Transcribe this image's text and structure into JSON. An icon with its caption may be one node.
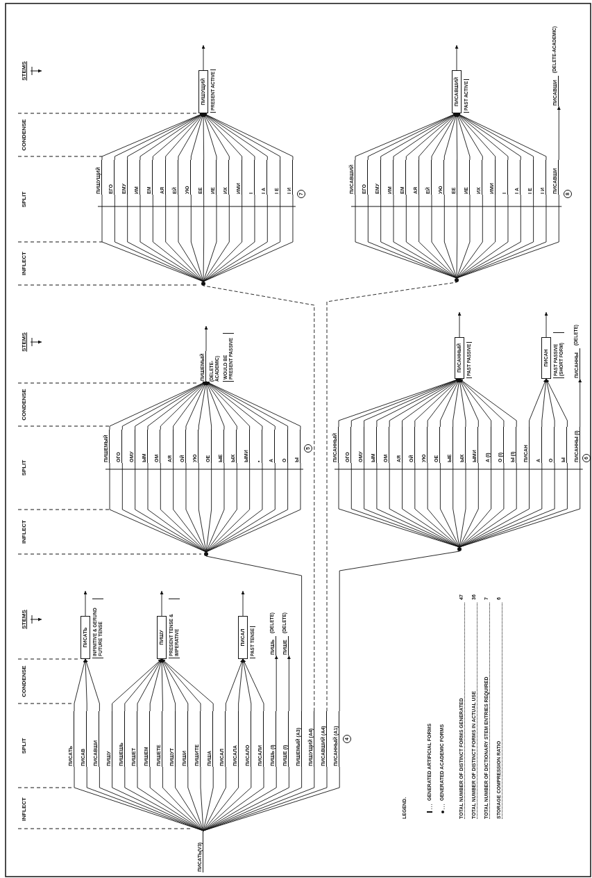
{
  "diagram": {
    "nodes": [
      {
        "text": [
          "ПИСАТЬ(V3)"
        ]
      },
      {
        "text": [
          "ПИСАТЬ"
        ]
      },
      {
        "text": [
          "ПИСАВ"
        ]
      },
      {
        "text": [
          "ПИСАВШИ"
        ]
      },
      {
        "text": [
          "ПИШУ"
        ]
      },
      {
        "text": [
          "ПИШЕШЬ"
        ]
      },
      {
        "text": [
          "ПИШЕТ"
        ]
      },
      {
        "text": [
          "ПИШЕМ"
        ]
      },
      {
        "text": [
          "ПИШЕТЕ"
        ]
      },
      {
        "text": [
          "ПИШУТ"
        ]
      },
      {
        "text": [
          "ПИШИ"
        ]
      },
      {
        "text": [
          "ПИШИТЕ"
        ]
      },
      {
        "text": [
          "ПИША"
        ]
      },
      {
        "text": [
          "ПИСАЛ"
        ]
      },
      {
        "text": [
          "ПИСАЛА"
        ]
      },
      {
        "text": [
          "ПИСАЛО"
        ]
      },
      {
        "text": [
          "ПИСАЛИ"
        ]
      },
      {
        "text": [
          "ПИШЬ (I)"
        ]
      },
      {
        "text": [
          "ПИШЕ (I)"
        ]
      },
      {
        "text": [
          "ПИШЕМЫЙ (A3)"
        ]
      },
      {
        "text": [
          "ПИШУЩИЙ (A4)"
        ]
      },
      {
        "text": [
          "ПИСАВШИЙ (A4)"
        ]
      },
      {
        "text": [
          "ПИСАННЫЙ (A1)"
        ]
      },
      {
        "text": [
          "ПИСАТЬ"
        ],
        "beside": [
          "INFINITIVE & GERUND FUTURE TENSE"
        ]
      },
      {
        "text": [
          "ПИШУ"
        ],
        "beside": [
          "PRESENT TENSE & IMPERATIVE"
        ]
      },
      {
        "text": [
          "ПИСАЛ"
        ],
        "beside": [
          "PAST TENSE"
        ]
      },
      {
        "text": [
          "ПИШЬ"
        ],
        "beside": [
          "(DELETE)"
        ]
      },
      {
        "text": [
          "ПИШЕ"
        ],
        "beside": [
          "(DELETE)"
        ]
      },
      {
        "text": [],
        "shape": "dot"
      },
      {
        "text": [
          "ПИШЕМЫЙ"
        ]
      },
      {
        "text": [
          "ОГО"
        ]
      },
      {
        "text": [
          "ОМУ"
        ]
      },
      {
        "text": [
          "ЫМ"
        ]
      },
      {
        "text": [
          "ОМ"
        ]
      },
      {
        "text": [
          "АЯ"
        ]
      },
      {
        "text": [
          "ОЙ"
        ]
      },
      {
        "text": [
          "УЮ"
        ]
      },
      {
        "text": [
          "ОЕ"
        ]
      },
      {
        "text": [
          "ЫЕ"
        ]
      },
      {
        "text": [
          "ЫХ"
        ]
      },
      {
        "text": [
          "ЫМИ"
        ]
      },
      {
        "text": [
          "•"
        ]
      },
      {
        "text": [
          "А"
        ]
      },
      {
        "text": [
          "О"
        ]
      },
      {
        "text": [
          "Ы"
        ]
      },
      {
        "text": [
          "ПИШЕМЫЙ"
        ],
        "beside": [
          "(DELETE-ACADEMIC)",
          "WOULD BE PRESENT PASSIVE"
        ]
      },
      {
        "text": [],
        "shape": "dot"
      },
      {
        "text": [
          "ПИСАННЫЙ"
        ]
      },
      {
        "text": [
          "ОГО"
        ]
      },
      {
        "text": [
          "ОМУ"
        ]
      },
      {
        "text": [
          "ЫМ"
        ]
      },
      {
        "text": [
          "ОМ"
        ]
      },
      {
        "text": [
          "АЯ"
        ]
      },
      {
        "text": [
          "ОЙ"
        ]
      },
      {
        "text": [
          "УЮ"
        ]
      },
      {
        "text": [
          "ОЕ"
        ]
      },
      {
        "text": [
          "ЫЕ"
        ]
      },
      {
        "text": [
          "ЫХ"
        ]
      },
      {
        "text": [
          "ЫМИ"
        ]
      },
      {
        "text": [
          "А (I)"
        ]
      },
      {
        "text": [
          "О (I)"
        ]
      },
      {
        "text": [
          "Ы (I)"
        ]
      },
      {
        "text": [
          "ПИСАН"
        ]
      },
      {
        "text": [
          "А"
        ]
      },
      {
        "text": [
          "О"
        ]
      },
      {
        "text": [
          "Ы"
        ]
      },
      {
        "text": [
          "ПИСАННЫ (I)"
        ]
      },
      {
        "text": [
          "ПИСАННЫЙ"
        ],
        "beside": [
          "PAST PASSIVE"
        ]
      },
      {
        "text": [
          "ПИСАН"
        ],
        "beside": [
          "PAST PASSIVE (SHORT FORM)"
        ]
      },
      {
        "text": [
          "ПИСАННЫ"
        ],
        "beside": [
          "(DELETE)"
        ]
      },
      {
        "text": [],
        "shape": "dot"
      },
      {
        "text": [
          "ПИШУЩИЙ"
        ]
      },
      {
        "text": [
          "ЕГО"
        ]
      },
      {
        "text": [
          "ЕМУ"
        ]
      },
      {
        "text": [
          "ИМ"
        ]
      },
      {
        "text": [
          "ЕМ"
        ]
      },
      {
        "text": [
          "АЯ"
        ]
      },
      {
        "text": [
          "ЕЙ"
        ]
      },
      {
        "text": [
          "УЮ"
        ]
      },
      {
        "text": [
          "ЕЕ"
        ]
      },
      {
        "text": [
          "ИЕ"
        ]
      },
      {
        "text": [
          "ИХ"
        ]
      },
      {
        "text": [
          "ИМИ"
        ]
      },
      {
        "text": [
          "I"
        ]
      },
      {
        "text": [
          "I А"
        ]
      },
      {
        "text": [
          "I Е"
        ]
      },
      {
        "text": [
          "I И"
        ]
      },
      {
        "text": [
          "ПИШУЩИЙ"
        ],
        "beside": [
          "PRESENT ACTIVE"
        ]
      },
      {
        "text": [],
        "shape": "dot"
      },
      {
        "text": [
          "ПИСАВШИЙ"
        ]
      },
      {
        "text": [
          "ЕГО"
        ]
      },
      {
        "text": [
          "ЕМУ"
        ]
      },
      {
        "text": [
          "ИМ"
        ]
      },
      {
        "text": [
          "ЕМ"
        ]
      },
      {
        "text": [
          "АЯ"
        ]
      },
      {
        "text": [
          "ЕЙ"
        ]
      },
      {
        "text": [
          "УЮ"
        ]
      },
      {
        "text": [
          "ЕЕ"
        ]
      },
      {
        "text": [
          "ИЕ"
        ]
      },
      {
        "text": [
          "ИХ"
        ]
      },
      {
        "text": [
          "ИМИ"
        ]
      },
      {
        "text": [
          "I"
        ]
      },
      {
        "text": [
          "I А"
        ]
      },
      {
        "text": [
          "I Е"
        ]
      },
      {
        "text": [
          "I И"
        ]
      },
      {
        "text": [
          "ПИСАВШИ"
        ]
      },
      {
        "text": [
          "ПИСАВШИЙ"
        ],
        "beside": [
          "PAST ACTIVE"
        ]
      },
      {
        "text": [
          "ПИСАВШИ"
        ],
        "beside": [
          "(DELETE-ACADEMIC)"
        ]
      }
    ],
    "edges": [
      {
        "from": 0,
        "to": 1,
        "arrow": "none"
      },
      {
        "from": 0,
        "to": 2,
        "arrow": "none"
      },
      {
        "from": 0,
        "to": 3,
        "arrow": "none"
      },
      {
        "from": 0,
        "to": 4,
        "arrow": "none"
      },
      {
        "from": 0,
        "to": 5,
        "arrow": "none"
      },
      {
        "from": 0,
        "to": 6,
        "arrow": "none"
      },
      {
        "from": 0,
        "to": 7,
        "arrow": "none"
      },
      {
        "from": 0,
        "to": 8,
        "arrow": "none"
      },
      {
        "from": 0,
        "to": 9,
        "arrow": "none"
      },
      {
        "from": 0,
        "to": 10,
        "arrow": "none"
      },
      {
        "from": 0,
        "to": 11,
        "arrow": "none"
      },
      {
        "from": 0,
        "to": 12,
        "arrow": "none"
      },
      {
        "from": 0,
        "to": 13,
        "arrow": "none"
      },
      {
        "from": 0,
        "to": 14,
        "arrow": "none"
      },
      {
        "from": 0,
        "to": 15,
        "arrow": "none"
      },
      {
        "from": 0,
        "to": 16,
        "arrow": "none"
      },
      {
        "from": 0,
        "to": 17,
        "arrow": "none"
      },
      {
        "from": 0,
        "to": 18,
        "arrow": "none"
      },
      {
        "from": 0,
        "to": 19,
        "arrow": "none"
      },
      {
        "from": 0,
        "to": 20,
        "arrow": "none"
      },
      {
        "from": 0,
        "to": 21,
        "arrow": "none"
      },
      {
        "from": 0,
        "to": 22,
        "arrow": "none"
      },
      {
        "from": 1,
        "to": 23,
        "arrow": "to"
      },
      {
        "from": 2,
        "to": 23,
        "arrow": "to"
      },
      {
        "from": 3,
        "to": 23,
        "arrow": "to"
      },
      {
        "from": 4,
        "to": 24,
        "arrow": "to"
      },
      {
        "from": 5,
        "to": 24,
        "arrow": "to"
      },
      {
        "from": 6,
        "to": 24,
        "arrow": "to"
      },
      {
        "from": 7,
        "to": 24,
        "arrow": "to"
      },
      {
        "from": 8,
        "to": 24,
        "arrow": "to"
      },
      {
        "from": 9,
        "to": 24,
        "arrow": "to"
      },
      {
        "from": 10,
        "to": 24,
        "arrow": "to"
      },
      {
        "from": 11,
        "to": 24,
        "arrow": "to"
      },
      {
        "from": 12,
        "to": 24,
        "arrow": "to"
      },
      {
        "from": 13,
        "to": 25,
        "arrow": "to"
      },
      {
        "from": 14,
        "to": 25,
        "arrow": "to"
      },
      {
        "from": 15,
        "to": 25,
        "arrow": "to"
      },
      {
        "from": 16,
        "to": 25,
        "arrow": "to"
      },
      {
        "from": 17,
        "to": 26,
        "arrow": "to"
      },
      {
        "from": 18,
        "to": 27,
        "arrow": "to"
      },
      {
        "from": 19,
        "to": 28,
        "arrow": "none"
      },
      {
        "from": 20,
        "to": 70,
        "arrow": "none",
        "style": "dashed"
      },
      {
        "from": 21,
        "to": 88,
        "arrow": "none",
        "style": "dashed"
      },
      {
        "from": 22,
        "to": 46,
        "arrow": "none"
      },
      {
        "from": 23,
        "to": null,
        "arrow": "to"
      },
      {
        "from": 24,
        "to": null,
        "arrow": "to"
      },
      {
        "from": 25,
        "to": null,
        "arrow": "to"
      },
      {
        "from": 28,
        "to": 29,
        "arrow": "none"
      },
      {
        "from": 28,
        "to": 30,
        "arrow": "none"
      },
      {
        "from": 28,
        "to": 31,
        "arrow": "none"
      },
      {
        "from": 28,
        "to": 32,
        "arrow": "none"
      },
      {
        "from": 28,
        "to": 33,
        "arrow": "none"
      },
      {
        "from": 28,
        "to": 34,
        "arrow": "none"
      },
      {
        "from": 28,
        "to": 35,
        "arrow": "none"
      },
      {
        "from": 28,
        "to": 36,
        "arrow": "none"
      },
      {
        "from": 28,
        "to": 37,
        "arrow": "none"
      },
      {
        "from": 28,
        "to": 38,
        "arrow": "none"
      },
      {
        "from": 28,
        "to": 39,
        "arrow": "none"
      },
      {
        "from": 28,
        "to": 40,
        "arrow": "none"
      },
      {
        "from": 28,
        "to": 41,
        "arrow": "none"
      },
      {
        "from": 28,
        "to": 42,
        "arrow": "none"
      },
      {
        "from": 28,
        "to": 43,
        "arrow": "none"
      },
      {
        "from": 28,
        "to": 44,
        "arrow": "none"
      },
      {
        "from": 29,
        "to": 45,
        "arrow": "to"
      },
      {
        "from": 30,
        "to": 45,
        "arrow": "to"
      },
      {
        "from": 31,
        "to": 45,
        "arrow": "to"
      },
      {
        "from": 32,
        "to": 45,
        "arrow": "to"
      },
      {
        "from": 33,
        "to": 45,
        "arrow": "to"
      },
      {
        "from": 34,
        "to": 45,
        "arrow": "to"
      },
      {
        "from": 35,
        "to": 45,
        "arrow": "to"
      },
      {
        "from": 36,
        "to": 45,
        "arrow": "to"
      },
      {
        "from": 37,
        "to": 45,
        "arrow": "to"
      },
      {
        "from": 38,
        "to": 45,
        "arrow": "to"
      },
      {
        "from": 39,
        "to": 45,
        "arrow": "to"
      },
      {
        "from": 40,
        "to": 45,
        "arrow": "to"
      },
      {
        "from": 41,
        "to": 45,
        "arrow": "to"
      },
      {
        "from": 42,
        "to": 45,
        "arrow": "to"
      },
      {
        "from": 43,
        "to": 45,
        "arrow": "to"
      },
      {
        "from": 44,
        "to": 45,
        "arrow": "to"
      },
      {
        "from": 45,
        "to": null,
        "arrow": "to"
      },
      {
        "from": 46,
        "to": 47,
        "arrow": "none"
      },
      {
        "from": 46,
        "to": 48,
        "arrow": "none"
      },
      {
        "from": 46,
        "to": 49,
        "arrow": "none"
      },
      {
        "from": 46,
        "to": 50,
        "arrow": "none"
      },
      {
        "from": 46,
        "to": 51,
        "arrow": "none"
      },
      {
        "from": 46,
        "to": 52,
        "arrow": "none"
      },
      {
        "from": 46,
        "to": 53,
        "arrow": "none"
      },
      {
        "from": 46,
        "to": 54,
        "arrow": "none"
      },
      {
        "from": 46,
        "to": 55,
        "arrow": "none"
      },
      {
        "from": 46,
        "to": 56,
        "arrow": "none"
      },
      {
        "from": 46,
        "to": 57,
        "arrow": "none"
      },
      {
        "from": 46,
        "to": 58,
        "arrow": "none"
      },
      {
        "from": 46,
        "to": 59,
        "arrow": "none"
      },
      {
        "from": 46,
        "to": 60,
        "arrow": "none"
      },
      {
        "from": 46,
        "to": 61,
        "arrow": "none"
      },
      {
        "from": 46,
        "to": 62,
        "arrow": "none"
      },
      {
        "from": 46,
        "to": 63,
        "arrow": "none"
      },
      {
        "from": 46,
        "to": 64,
        "arrow": "none"
      },
      {
        "from": 46,
        "to": 65,
        "arrow": "none"
      },
      {
        "from": 46,
        "to": 66,
        "arrow": "none"
      },
      {
        "from": 47,
        "to": 67,
        "arrow": "to"
      },
      {
        "from": 48,
        "to": 67,
        "arrow": "to"
      },
      {
        "from": 49,
        "to": 67,
        "arrow": "to"
      },
      {
        "from": 50,
        "to": 67,
        "arrow": "to"
      },
      {
        "from": 51,
        "to": 67,
        "arrow": "to"
      },
      {
        "from": 52,
        "to": 67,
        "arrow": "to"
      },
      {
        "from": 53,
        "to": 67,
        "arrow": "to"
      },
      {
        "from": 54,
        "to": 67,
        "arrow": "to"
      },
      {
        "from": 55,
        "to": 67,
        "arrow": "to"
      },
      {
        "from": 56,
        "to": 67,
        "arrow": "to"
      },
      {
        "from": 57,
        "to": 67,
        "arrow": "to"
      },
      {
        "from": 58,
        "to": 67,
        "arrow": "to"
      },
      {
        "from": 59,
        "to": 67,
        "arrow": "to"
      },
      {
        "from": 60,
        "to": 67,
        "arrow": "to"
      },
      {
        "from": 61,
        "to": 67,
        "arrow": "to"
      },
      {
        "from": 62,
        "to": 68,
        "arrow": "to"
      },
      {
        "from": 63,
        "to": 68,
        "arrow": "to"
      },
      {
        "from": 64,
        "to": 68,
        "arrow": "to"
      },
      {
        "from": 65,
        "to": 68,
        "arrow": "to"
      },
      {
        "from": 66,
        "to": 69,
        "arrow": "to"
      },
      {
        "from": 67,
        "to": null,
        "arrow": "to"
      },
      {
        "from": 68,
        "to": null,
        "arrow": "to"
      },
      {
        "from": 70,
        "to": 71,
        "arrow": "none"
      },
      {
        "from": 70,
        "to": 72,
        "arrow": "none"
      },
      {
        "from": 70,
        "to": 73,
        "arrow": "none"
      },
      {
        "from": 70,
        "to": 74,
        "arrow": "none"
      },
      {
        "from": 70,
        "to": 75,
        "arrow": "none"
      },
      {
        "from": 70,
        "to": 76,
        "arrow": "none"
      },
      {
        "from": 70,
        "to": 77,
        "arrow": "none"
      },
      {
        "from": 70,
        "to": 78,
        "arrow": "none"
      },
      {
        "from": 70,
        "to": 79,
        "arrow": "none"
      },
      {
        "from": 70,
        "to": 80,
        "arrow": "none"
      },
      {
        "from": 70,
        "to": 81,
        "arrow": "none"
      },
      {
        "from": 70,
        "to": 82,
        "arrow": "none"
      },
      {
        "from": 70,
        "to": 83,
        "arrow": "none"
      },
      {
        "from": 70,
        "to": 84,
        "arrow": "none"
      },
      {
        "from": 70,
        "to": 85,
        "arrow": "none"
      },
      {
        "from": 70,
        "to": 86,
        "arrow": "none"
      },
      {
        "from": 71,
        "to": 87,
        "arrow": "to"
      },
      {
        "from": 72,
        "to": 87,
        "arrow": "to"
      },
      {
        "from": 73,
        "to": 87,
        "arrow": "to"
      },
      {
        "from": 74,
        "to": 87,
        "arrow": "to"
      },
      {
        "from": 75,
        "to": 87,
        "arrow": "to"
      },
      {
        "from": 76,
        "to": 87,
        "arrow": "to"
      },
      {
        "from": 77,
        "to": 87,
        "arrow": "to"
      },
      {
        "from": 78,
        "to": 87,
        "arrow": "to"
      },
      {
        "from": 79,
        "to": 87,
        "arrow": "to"
      },
      {
        "from": 80,
        "to": 87,
        "arrow": "to"
      },
      {
        "from": 81,
        "to": 87,
        "arrow": "to"
      },
      {
        "from": 82,
        "to": 87,
        "arrow": "to"
      },
      {
        "from": 83,
        "to": 87,
        "arrow": "to"
      },
      {
        "from": 84,
        "to": 87,
        "arrow": "to"
      },
      {
        "from": 85,
        "to": 87,
        "arrow": "to"
      },
      {
        "from": 86,
        "to": 87,
        "arrow": "to"
      },
      {
        "from": 87,
        "to": null,
        "arrow": "to"
      },
      {
        "from": 88,
        "to": 89,
        "arrow": "none"
      },
      {
        "from": 88,
        "to": 90,
        "arrow": "none"
      },
      {
        "from": 88,
        "to": 91,
        "arrow": "none"
      },
      {
        "from": 88,
        "to": 92,
        "arrow": "none"
      },
      {
        "from": 88,
        "to": 93,
        "arrow": "none"
      },
      {
        "from": 88,
        "to": 94,
        "arrow": "none"
      },
      {
        "from": 88,
        "to": 95,
        "arrow": "none"
      },
      {
        "from": 88,
        "to": 96,
        "arrow": "none"
      },
      {
        "from": 88,
        "to": 97,
        "arrow": "none"
      },
      {
        "from": 88,
        "to": 98,
        "arrow": "none"
      },
      {
        "from": 88,
        "to": 99,
        "arrow": "none"
      },
      {
        "from": 88,
        "to": 100,
        "arrow": "none"
      },
      {
        "from": 88,
        "to": 101,
        "arrow": "none"
      },
      {
        "from": 88,
        "to": 102,
        "arrow": "none"
      },
      {
        "from": 88,
        "to": 103,
        "arrow": "none"
      },
      {
        "from": 88,
        "to": 104,
        "arrow": "none"
      },
      {
        "from": 88,
        "to": 105,
        "arrow": "none"
      },
      {
        "from": 89,
        "to": 106,
        "arrow": "to"
      },
      {
        "from": 90,
        "to": 106,
        "arrow": "to"
      },
      {
        "from": 91,
        "to": 106,
        "arrow": "to"
      },
      {
        "from": 92,
        "to": 106,
        "arrow": "to"
      },
      {
        "from": 93,
        "to": 106,
        "arrow": "to"
      },
      {
        "from": 94,
        "to": 106,
        "arrow": "to"
      },
      {
        "from": 95,
        "to": 106,
        "arrow": "to"
      },
      {
        "from": 96,
        "to": 106,
        "arrow": "to"
      },
      {
        "from": 97,
        "to": 106,
        "arrow": "to"
      },
      {
        "from": 98,
        "to": 106,
        "arrow": "to"
      },
      {
        "from": 99,
        "to": 106,
        "arrow": "to"
      },
      {
        "from": 100,
        "to": 106,
        "arrow": "to"
      },
      {
        "from": 101,
        "to": 106,
        "arrow": "to"
      },
      {
        "from": 102,
        "to": 106,
        "arrow": "to"
      },
      {
        "from": 103,
        "to": 106,
        "arrow": "to"
      },
      {
        "from": 104,
        "to": 106,
        "arrow": "to"
      },
      {
        "from": 105,
        "to": 107,
        "arrow": "to"
      },
      {
        "from": 106,
        "to": null,
        "arrow": "to"
      }
    ],
    "labels": [
      "INFLECT",
      "SPLIT",
      "CONDENSE",
      "STEMS",
      "4",
      "LEGEND.",
      "TOTAL NUMBER OF DISTINCT FORMS GENERATED",
      "47",
      "TOTAL NUMBER OF DISTINCT FORMS IN ACTUAL USE",
      "36",
      "TOTAL NUMBER OF DICTIONARY STEM ENTRIES REQUIRED",
      "7",
      "STORAGE COMPRESSION RATIO",
      "6",
      "INFLECT",
      "SPLIT",
      "CONDENSE",
      "STEMS",
      "5",
      "6",
      "INFLECT",
      "SPLIT",
      "CONDENSE",
      "STEMS",
      "7",
      "8"
    ],
    "legend": [
      {
        "text": "GENERATED ARTIFICIAL FORMS"
      },
      {
        "text": "GENERATED ACADEMIC FORMS"
      }
    ]
  }
}
